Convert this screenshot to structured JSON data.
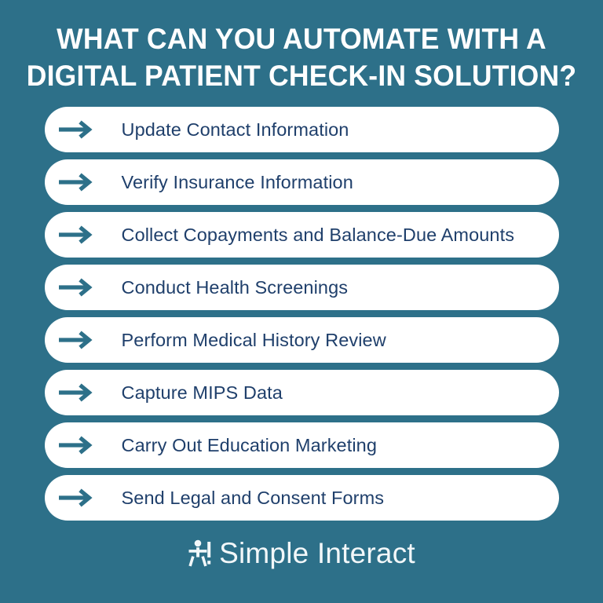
{
  "theme": {
    "background_color": "#2d7089",
    "pill_background": "#ffffff",
    "pill_text_color": "#1f3f6b",
    "arrow_color": "#2d7089",
    "title_color": "#ffffff",
    "logo_color": "#f2f7f9"
  },
  "title": {
    "line1": "WHAT CAN YOU AUTOMATE WITH A",
    "line2": "DIGITAL PATIENT CHECK-IN SOLUTION?"
  },
  "items": [
    {
      "label": "Update Contact Information",
      "icon": "arrow-right-icon"
    },
    {
      "label": "Verify Insurance Information",
      "icon": "arrow-right-icon"
    },
    {
      "label": "Collect Copayments and Balance-Due Amounts",
      "icon": "arrow-right-icon"
    },
    {
      "label": "Conduct Health Screenings",
      "icon": "arrow-right-icon"
    },
    {
      "label": "Perform Medical History Review",
      "icon": "arrow-right-icon"
    },
    {
      "label": "Capture MIPS Data",
      "icon": "arrow-right-icon"
    },
    {
      "label": "Carry Out Education Marketing",
      "icon": "arrow-right-icon"
    },
    {
      "label": "Send Legal and Consent Forms",
      "icon": "arrow-right-icon"
    }
  ],
  "footer": {
    "logo_mark_icon": "person-figure-icon",
    "logo_exclamation": "!",
    "brand_name": "Simple Interact"
  }
}
